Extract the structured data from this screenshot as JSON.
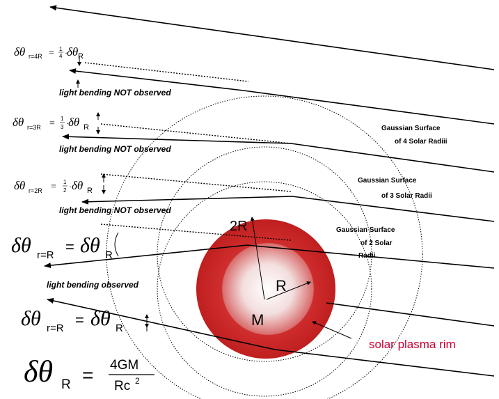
{
  "formulas": {
    "r4": {
      "lhs_sub": "r=4R",
      "num": "1",
      "den": "4",
      "rhs_sub": "R"
    },
    "r3": {
      "lhs_sub": "r=3R",
      "num": "1",
      "den": "3",
      "rhs_sub": "R"
    },
    "r2": {
      "lhs_sub": "r=2R",
      "num": "1",
      "den": "2",
      "rhs_sub": "R"
    },
    "rR_a": {
      "lhs_sub": "r=R",
      "rhs_sub": "R"
    },
    "rR_b": {
      "lhs_sub": "r=R",
      "rhs_sub": "R"
    },
    "main": {
      "lhs_sub": "R",
      "num": "4GM",
      "den_base": "Rc",
      "den_exp": "2"
    }
  },
  "symbols": {
    "delta_theta": "δθ",
    "equals": "=",
    "dot": "·",
    "delta": "δθ"
  },
  "labels": {
    "not_observed": "light bending NOT observed",
    "observed": "light bending observed",
    "gauss4_line1": "Gaussian Surface",
    "gauss4_line2": "of 4 Solar Radiii",
    "gauss3_line1": "Gaussian Surface",
    "gauss3_line2": "of 3 Solar Radii",
    "gauss2_line1": "Gaussian Surface",
    "gauss2_line2": "of 2 Solar",
    "gauss2_line3": "Radii",
    "radius_2R": "2R",
    "radius_R": "R",
    "mass": "M",
    "plasma_rim": "solar plasma rim"
  },
  "colors": {
    "sun_red": "#d42d2d",
    "sun_dark": "#b01818",
    "plasma_label": "#cc0033",
    "line": "#000000"
  }
}
